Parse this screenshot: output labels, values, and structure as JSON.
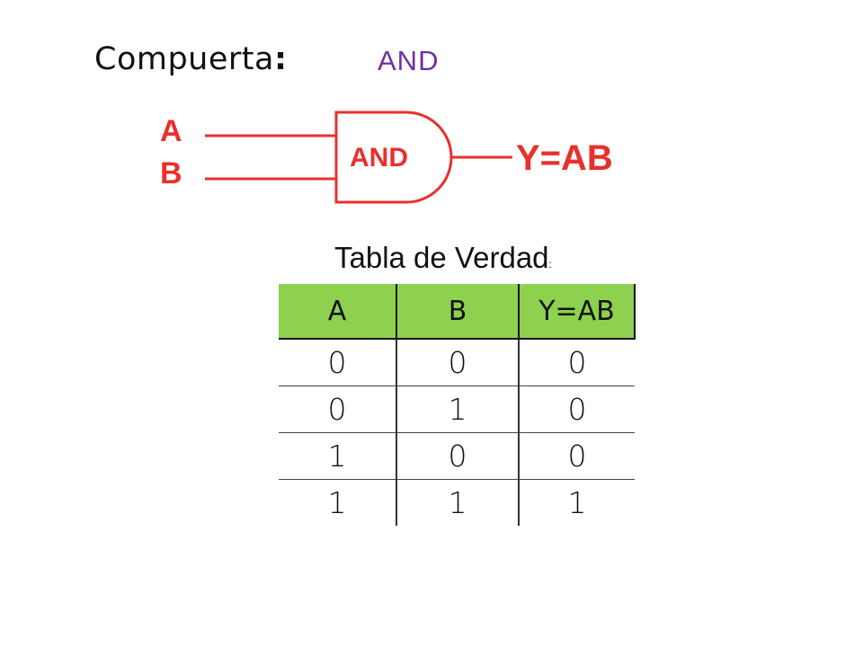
{
  "heading": {
    "text": "Compuerta",
    "colon": ":"
  },
  "gate_title": "AND",
  "diagram": {
    "input_a": "A",
    "input_b": "B",
    "gate_label": "AND",
    "output_label": "Y=AB",
    "stroke_color": "#e8302c"
  },
  "truth_table": {
    "title": "Tabla de Verdad",
    "title_colon": ":",
    "header_color": "#8ed14f",
    "headers": [
      "A",
      "B",
      "Y=AB"
    ],
    "rows": [
      [
        "0",
        "0",
        "0"
      ],
      [
        "0",
        "1",
        "0"
      ],
      [
        "1",
        "0",
        "0"
      ],
      [
        "1",
        "1",
        "1"
      ]
    ]
  }
}
